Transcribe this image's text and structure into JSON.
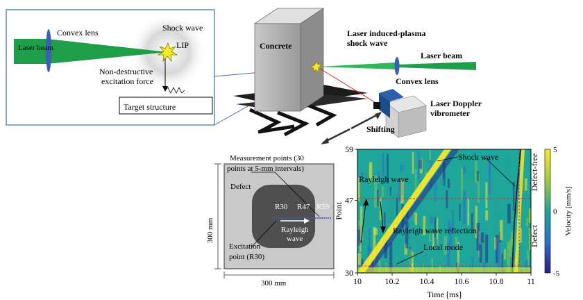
{
  "inset": {
    "laser_beam": "Laser beam",
    "convex_lens": "Convex lens",
    "shock_wave": "Shock wave",
    "lip": "LIP",
    "excitation": [
      "Non-destructive",
      "excitation force"
    ],
    "target": "Target structure"
  },
  "apparatus": {
    "concrete": "Concrete",
    "plasma": [
      "Laser induced-plasma",
      "shock wave"
    ],
    "laser_beam": "Laser beam",
    "convex_lens": "Convex lens",
    "ldv": [
      "Laser Doppler",
      "vibrometer"
    ],
    "shifting": "Shifting"
  },
  "specimen": {
    "measurement_points": [
      "Measurement points (30",
      "points at 5-mm intervals)"
    ],
    "defect": "Defect",
    "r30": "R30",
    "r47": "R47",
    "r59": "R59",
    "rayleigh": [
      "Rayleigh",
      "wave"
    ],
    "excitation_point": [
      "Excitation",
      "point (R30)"
    ],
    "width": "300 mm",
    "height": "300 mm"
  },
  "chart_data": {
    "type": "heatmap",
    "xlabel": "Time [ms]",
    "ylabel": "Point",
    "xlim": [
      10,
      11
    ],
    "ylim": [
      30,
      59
    ],
    "xticks": [
      "10",
      "10.2",
      "10.4",
      "10.6",
      "10.8",
      "11"
    ],
    "yticks": [
      "30",
      "47",
      "59"
    ],
    "colorbar": {
      "label": "Velocity [mm/s]",
      "ticks": [
        "5",
        "0",
        "-5"
      ],
      "range": [
        -5,
        5
      ]
    },
    "regions": [
      "Defect-free",
      "Defect"
    ],
    "annotations": [
      "Shock wave",
      "Rayleigh wave",
      "Rayleigh wave reflection",
      "Local mode"
    ],
    "colors": {
      "low": "#2a2a8c",
      "mid": "#21a19a",
      "high": "#f5e52b"
    }
  }
}
